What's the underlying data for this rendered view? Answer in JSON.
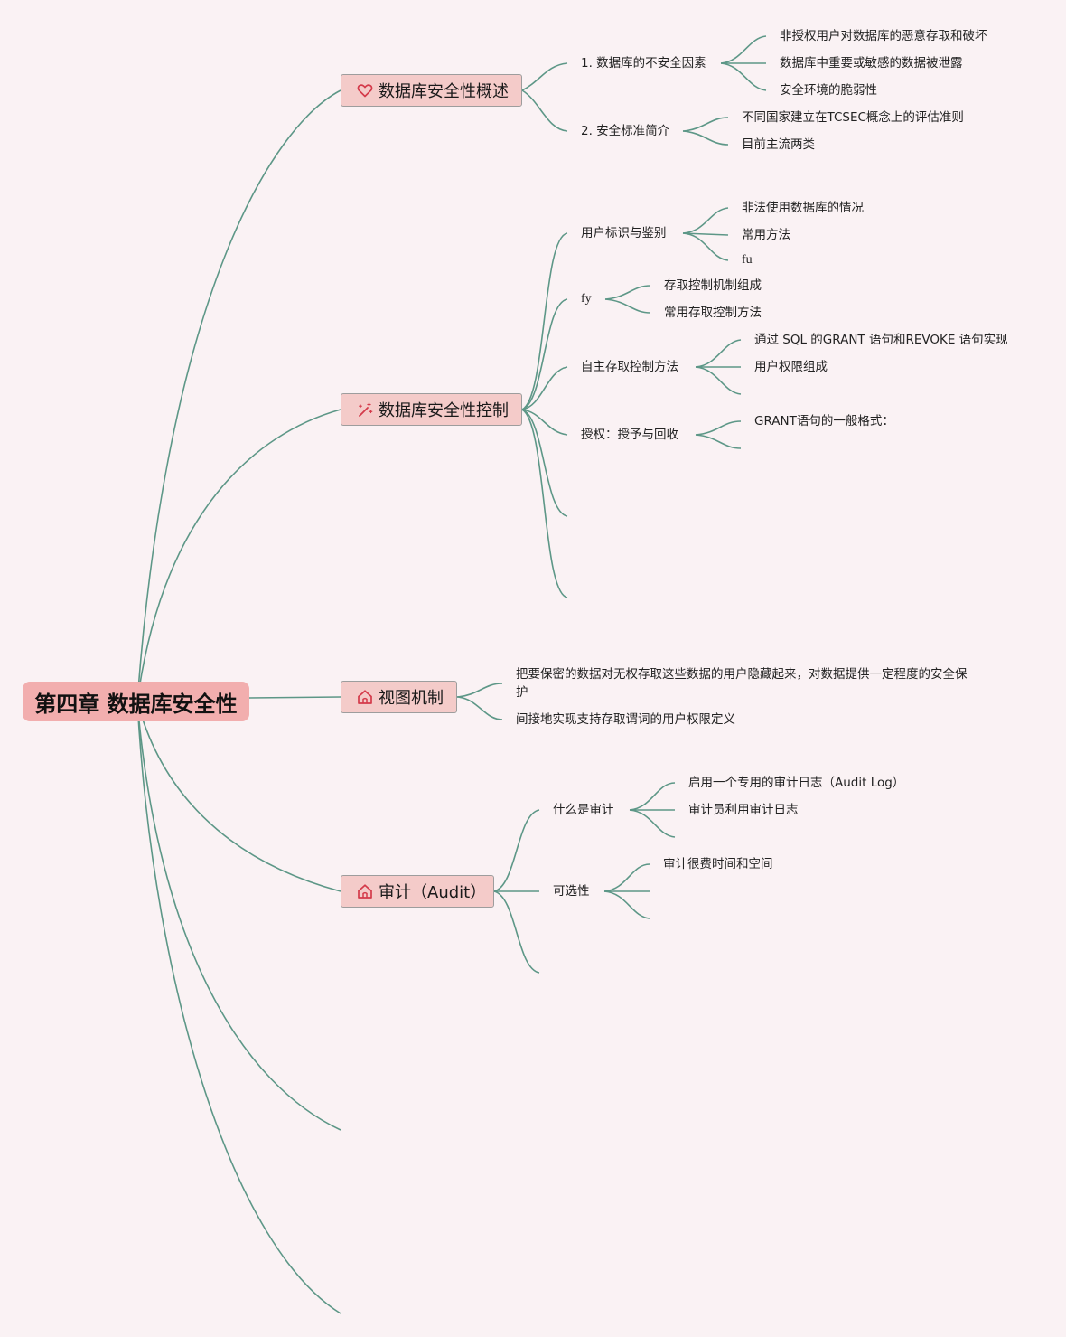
{
  "root": {
    "label": "第四章 数据库安全性"
  },
  "topics": {
    "overview": {
      "label": "数据库安全性概述",
      "icon": "heart-icon",
      "children": {
        "insecurity": {
          "label": "1. 数据库的不安全因素",
          "items": [
            "非授权用户对数据库的恶意存取和破坏",
            "数据库中重要或敏感的数据被泄露",
            "安全环境的脆弱性"
          ]
        },
        "standards": {
          "label": "2. 安全标准简介",
          "items": [
            "不同国家建立在TCSEC概念上的评估准则",
            "目前主流两类"
          ]
        }
      }
    },
    "control": {
      "label": "数据库安全性控制",
      "icon": "magic-wand-icon",
      "children": {
        "auth": {
          "label": "用户标识与鉴别",
          "items": [
            "非法使用数据库的情况",
            "常用方法",
            "fu"
          ]
        },
        "fy": {
          "label": "fy",
          "items": [
            "存取控制机制组成",
            "常用存取控制方法"
          ]
        },
        "dac": {
          "label": "自主存取控制方法",
          "items": [
            "通过 SQL 的GRANT 语句和REVOKE 语句实现",
            "用户权限组成"
          ]
        },
        "grant": {
          "label": "授权：授予与回收",
          "items": [
            "GRANT语句的一般格式："
          ]
        }
      }
    },
    "view": {
      "label": "视图机制",
      "icon": "home-icon",
      "items": [
        "把要保密的数据对无权存取这些数据的用户隐藏起来，对数据提供一定程度的安全保护",
        "间接地实现支持存取谓词的用户权限定义"
      ]
    },
    "audit": {
      "label": "审计（Audit）",
      "icon": "home-icon",
      "children": {
        "what": {
          "label": "什么是审计",
          "items": [
            "启用一个专用的审计日志（Audit Log）",
            "审计员利用审计日志"
          ]
        },
        "optional": {
          "label": "可选性",
          "items": [
            "审计很费时间和空间"
          ]
        }
      }
    }
  },
  "colors": {
    "link": "#5d9787",
    "root_fill": "#f2aeae",
    "topic_fill": "#f4cbc9",
    "icon": "#d43a4a",
    "background": "#faf2f4"
  }
}
